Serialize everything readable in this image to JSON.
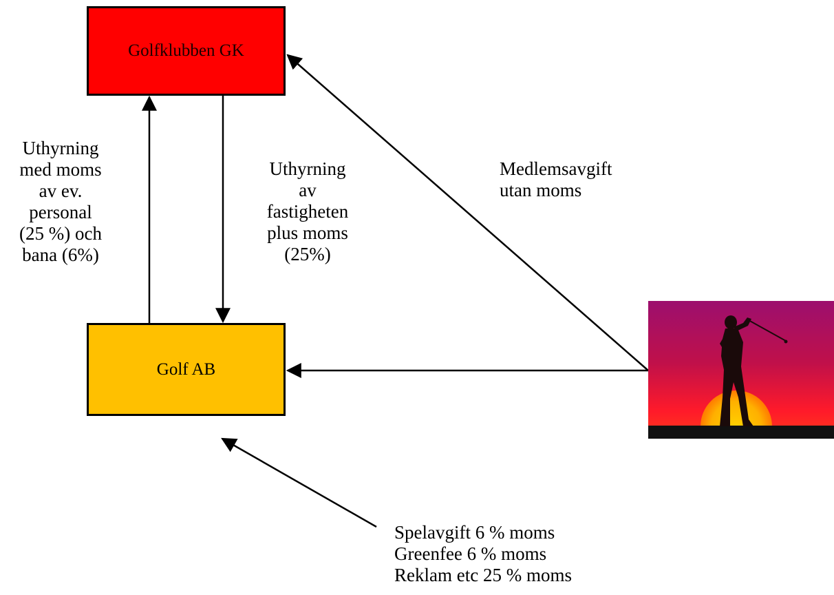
{
  "nodes": {
    "golfklubben": {
      "label": "Golfklubben GK",
      "color": "#ff0000"
    },
    "golf_ab": {
      "label": "Golf AB",
      "color": "#ffc000"
    }
  },
  "edges": {
    "ab_to_gk": {
      "lines": [
        "Uthyrning",
        "med moms",
        "av ev.",
        "personal",
        "(25 %) och",
        "bana (6%)"
      ]
    },
    "gk_to_ab": {
      "lines": [
        "Uthyrning",
        "av",
        "fastigheten",
        "plus moms",
        "(25%)"
      ]
    },
    "player_to_gk": {
      "lines": [
        "Medlemsavgift",
        "utan moms"
      ]
    },
    "player_fees": {
      "lines": [
        "Spelavgift 6 % moms",
        "Greenfee 6 % moms",
        "Reklam etc 25 % moms"
      ]
    }
  },
  "image": {
    "icon": "golfer-silhouette-sunset-icon"
  }
}
